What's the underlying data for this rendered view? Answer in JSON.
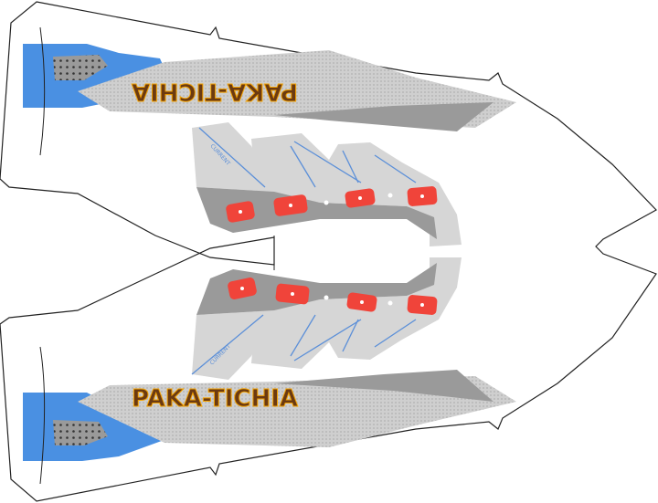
{
  "design": {
    "brand_top": "PAKA-TICHIA",
    "brand_bottom": "PAKA-TICHIA",
    "current_label_top": "CURRENT",
    "current_label_bottom": "CURRENT"
  },
  "colors": {
    "outline": "#222222",
    "blue": "#4a90e2",
    "light_gray": "#d6d6d6",
    "mid_gray": "#b4b4b4",
    "dark_gray": "#8e8e8e",
    "red": "#f0443a",
    "brand_fill": "#6b3a12",
    "brand_stroke": "#f5a300",
    "line_blue": "#5b8fd8"
  }
}
